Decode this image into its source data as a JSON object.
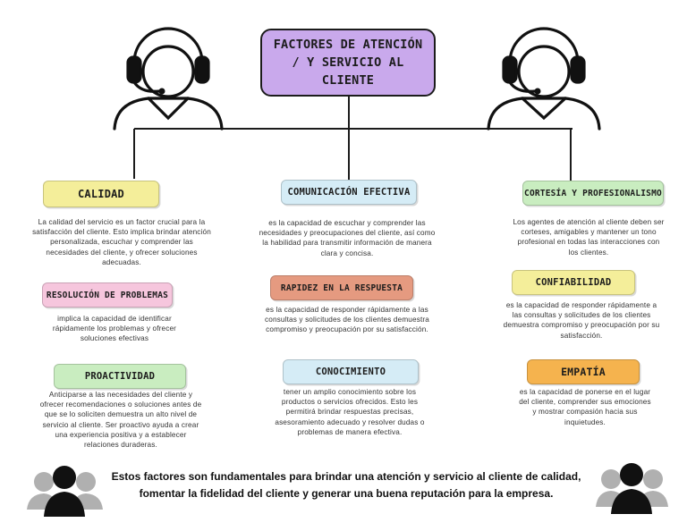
{
  "title": "FACTORES DE ATENCIÓN / Y SERVICIO AL CLIENTE",
  "factors": [
    {
      "label": "CALIDAD",
      "color": "#f4ee9a",
      "desc": "La calidad del servicio es un factor crucial para la satisfacción del cliente. Esto implica brindar atención personalizada, escuchar y comprender las necesidades del cliente, y ofrecer soluciones adecuadas."
    },
    {
      "label": "COMUNICACIÓN EFECTIVA",
      "color": "#d5ecf6",
      "desc": "es la capacidad de escuchar y comprender las necesidades y preocupaciones del cliente, así como la habilidad para transmitir información de manera clara y concisa."
    },
    {
      "label": "CORTESÍA Y PROFESIONALISMO",
      "color": "#c9edc0",
      "desc": "Los agentes de atención al cliente deben ser corteses, amigables y mantener un tono profesional en todas las interacciones con los clientes."
    },
    {
      "label": "RESOLUCIÓN DE PROBLEMAS",
      "color": "#f6c6dd",
      "desc": "implica la capacidad de identificar rápidamente los problemas y ofrecer soluciones efectivas"
    },
    {
      "label": "RAPIDEZ EN LA RESPUESTA",
      "color": "#e59a80",
      "desc": "es la capacidad de responder rápidamente a las consultas y solicitudes de los clientes demuestra compromiso y preocupación por su satisfacción."
    },
    {
      "label": "CONFIABILIDAD",
      "color": "#f4ee9a",
      "desc": "es la capacidad de responder rápidamente a las consultas y solicitudes de los clientes demuestra compromiso y preocupación por su satisfacción."
    },
    {
      "label": "PROACTIVIDAD",
      "color": "#c9edc0",
      "desc": "Anticiparse a las necesidades del cliente y ofrecer recomendaciones o soluciones antes de que se lo soliciten demuestra un alto nivel de servicio al cliente. Ser proactivo ayuda a crear una experiencia positiva y a establecer relaciones duraderas."
    },
    {
      "label": "CONOCIMIENTO",
      "color": "#d5ecf6",
      "desc": "tener un amplio conocimiento sobre los productos o servicios ofrecidos. Esto les permitirá brindar respuestas precisas, asesoramiento adecuado y resolver dudas o problemas de manera efectiva."
    },
    {
      "label": "EMPATÍA",
      "color": "#f5b34e",
      "desc": "es la capacidad de ponerse en el lugar del cliente, comprender sus emociones y mostrar compasión hacia sus inquietudes."
    }
  ],
  "footer": "Estos factores son fundamentales para brindar una atención y servicio al cliente de calidad, fomentar la fidelidad del cliente y generar una buena reputación para la empresa.",
  "icons": [
    "headset-agent-icon",
    "headset-agent-icon",
    "user-group-icon",
    "user-group-icon"
  ]
}
